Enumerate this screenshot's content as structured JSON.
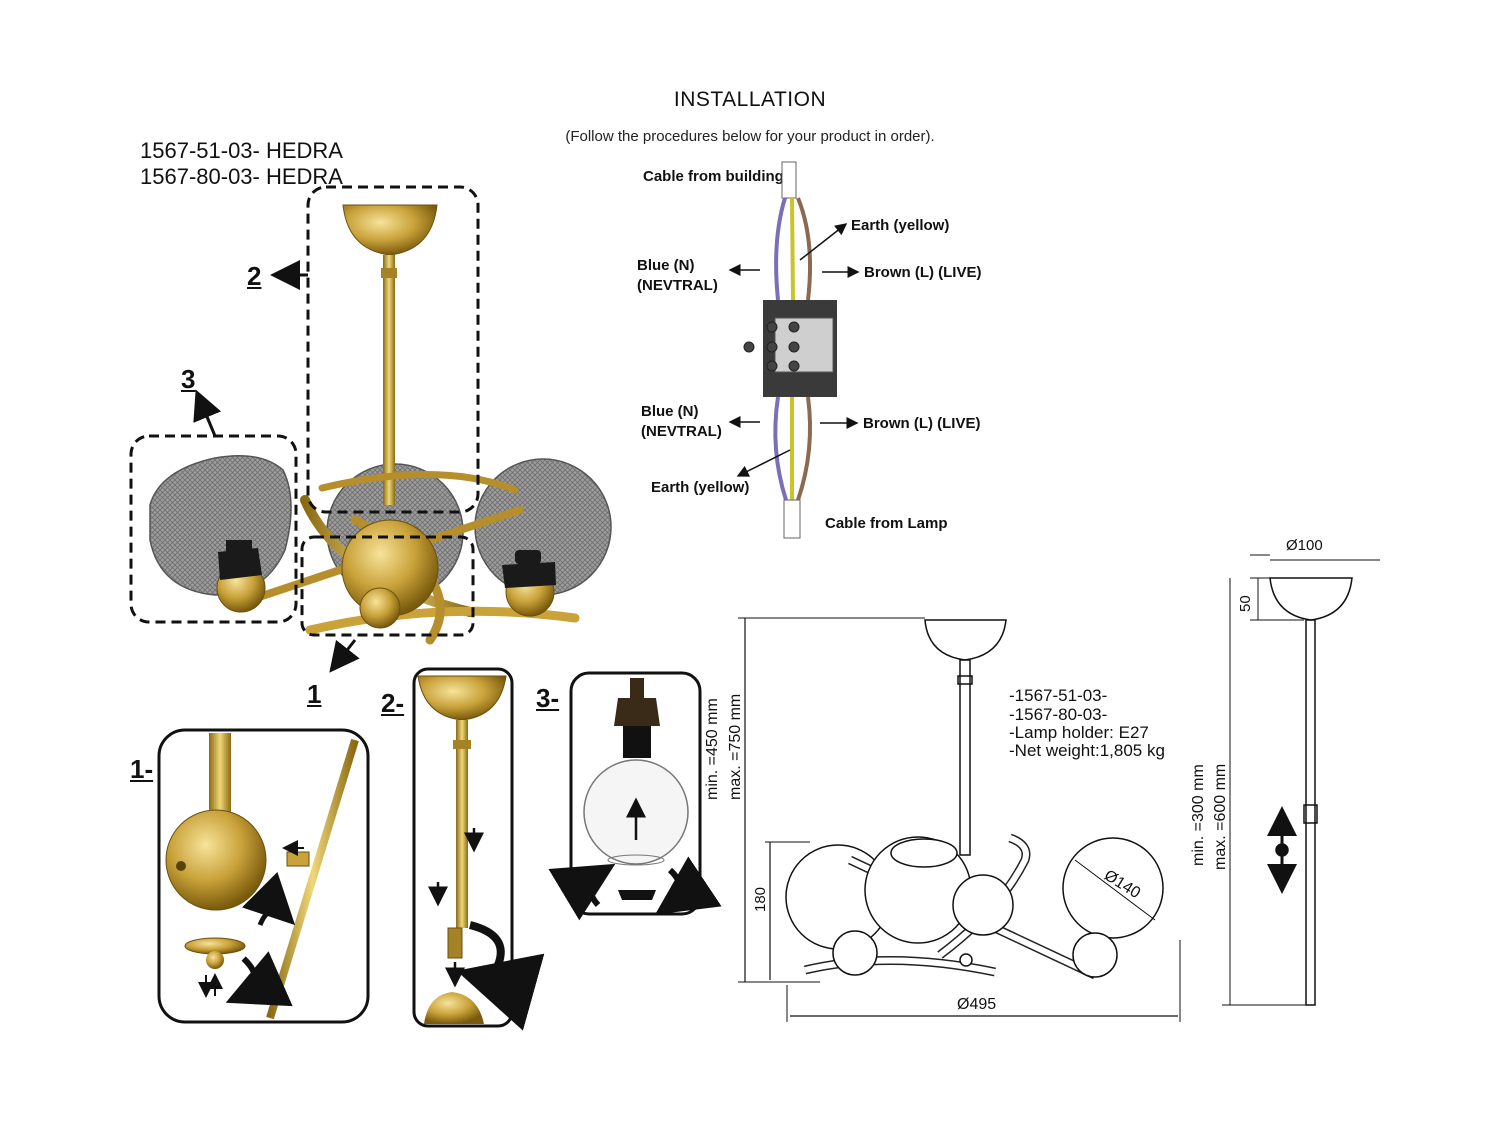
{
  "header": {
    "title": "INSTALLATION",
    "subtitle": "(Follow the procedures below for your product in order)."
  },
  "models": [
    "1567-51-03- HEDRA",
    "1567-80-03- HEDRA"
  ],
  "wiring": {
    "cable_top": "Cable from building",
    "earth_top": "Earth (yellow)",
    "blue_top_1": "Blue (N)",
    "blue_top_2": "(NEVTRAL)",
    "brown_top": "Brown (L) (LIVE)",
    "blue_bottom_1": "Blue (N)",
    "blue_bottom_2": "(NEVTRAL)",
    "brown_bottom": "Brown (L) (LIVE)",
    "earth_bottom": "Earth (yellow)",
    "cable_bottom": "Cable from Lamp"
  },
  "steps": {
    "callout_1": "1",
    "callout_2": "2",
    "callout_3": "3",
    "panel_1": "1-",
    "panel_2": "2-",
    "panel_3": "3-"
  },
  "specs": {
    "line1": "-1567-51-03-",
    "line2": "-1567-80-03-",
    "line3": "-Lamp holder: E27",
    "line4": "-Net weight:1,805 kg"
  },
  "dimensions": {
    "height_min": "min. =450 mm",
    "height_max": "max. =750 mm",
    "globe_height": "180",
    "diameter_total": "Ø495",
    "diameter_globe": "Ø140",
    "canopy_diameter": "Ø100",
    "canopy_height": "50",
    "rod_min": "min. =300 mm",
    "rod_max": "max. =600 mm"
  },
  "colors": {
    "brass": "#c9a23a",
    "brass_dark": "#8a6a12",
    "glass_grey": "#9a9a9a",
    "wire_blue": "#7b70b8",
    "wire_yellow": "#c8c42a",
    "wire_brown": "#8a6a50"
  }
}
